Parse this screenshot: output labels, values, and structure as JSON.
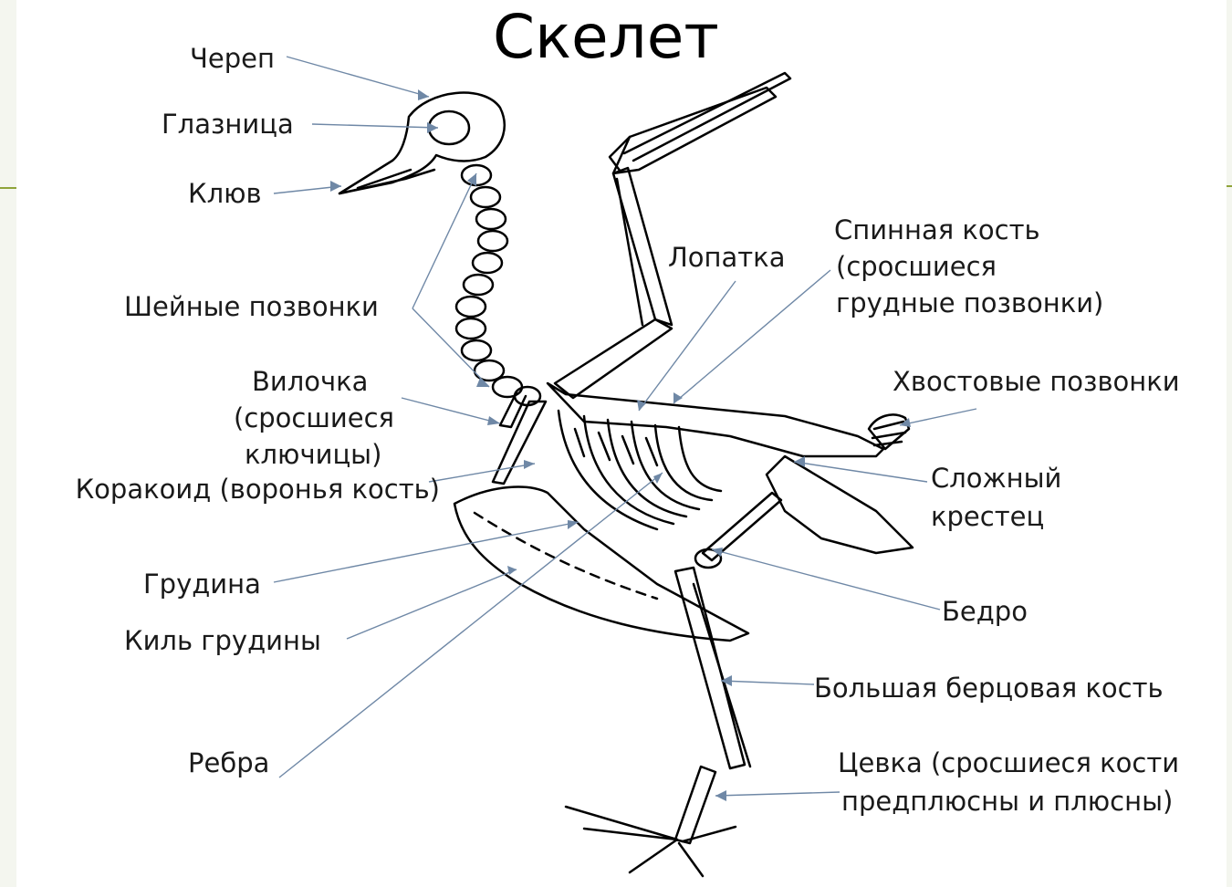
{
  "title": "Скелет",
  "colors": {
    "leader": "#6f88a6",
    "bone": "#000000",
    "accent": "#8fa43a"
  },
  "labels": {
    "cherep": "Череп",
    "glaznitsa": "Глазница",
    "klyuv": "Клюв",
    "sheynye": "Шейные позвонки",
    "vilochka_1": "Вилочка",
    "vilochka_2": "(сросшиеся",
    "vilochka_3": "ключицы)",
    "korakoid": "Коракоид  (воронья кость)",
    "grudina": "Грудина",
    "kil": "Киль грудины",
    "rebra": "Ребра",
    "lopatka": "Лопатка",
    "spinnaya_1": "Спинная кость",
    "spinnaya_2": "(сросшиеся",
    "spinnaya_3": "грудные позвонки)",
    "khvostovye": "Хвостовые позвонки",
    "krestets_1": "Сложный",
    "krestets_2": "крестец",
    "bedro": "Бедро",
    "bolshaya": "Большая берцовая кость",
    "tsevka_1": "Цевка (сросшиеся кости",
    "tsevka_2": "предплюсны и плюсны)"
  }
}
